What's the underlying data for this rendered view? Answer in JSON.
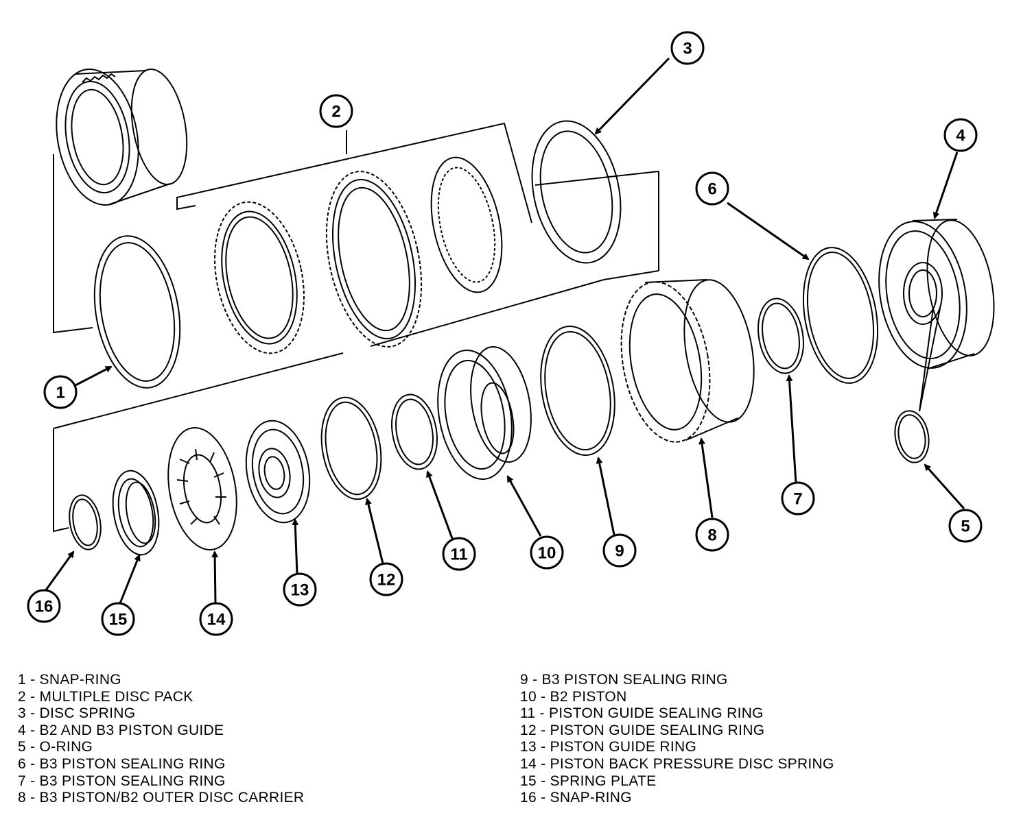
{
  "diagram": {
    "callouts": [
      "1",
      "2",
      "3",
      "4",
      "5",
      "6",
      "7",
      "8",
      "9",
      "10",
      "11",
      "12",
      "13",
      "14",
      "15",
      "16"
    ]
  },
  "legend": {
    "left": [
      "1 - SNAP-RING",
      "2 - MULTIPLE DISC PACK",
      "3 - DISC SPRING",
      "4 - B2 AND B3 PISTON GUIDE",
      "5 - O-RING",
      "6 - B3 PISTON SEALING RING",
      "7 - B3 PISTON SEALING RING",
      "8 - B3 PISTON/B2 OUTER DISC CARRIER"
    ],
    "right": [
      "9 - B3 PISTON SEALING RING",
      "10 - B2 PISTON",
      "11 - PISTON GUIDE SEALING RING",
      "12 - PISTON GUIDE SEALING RING",
      "13 - PISTON GUIDE RING",
      "14 - PISTON BACK PRESSURE DISC SPRING",
      "15 - SPRING PLATE",
      "16 - SNAP-RING"
    ]
  }
}
